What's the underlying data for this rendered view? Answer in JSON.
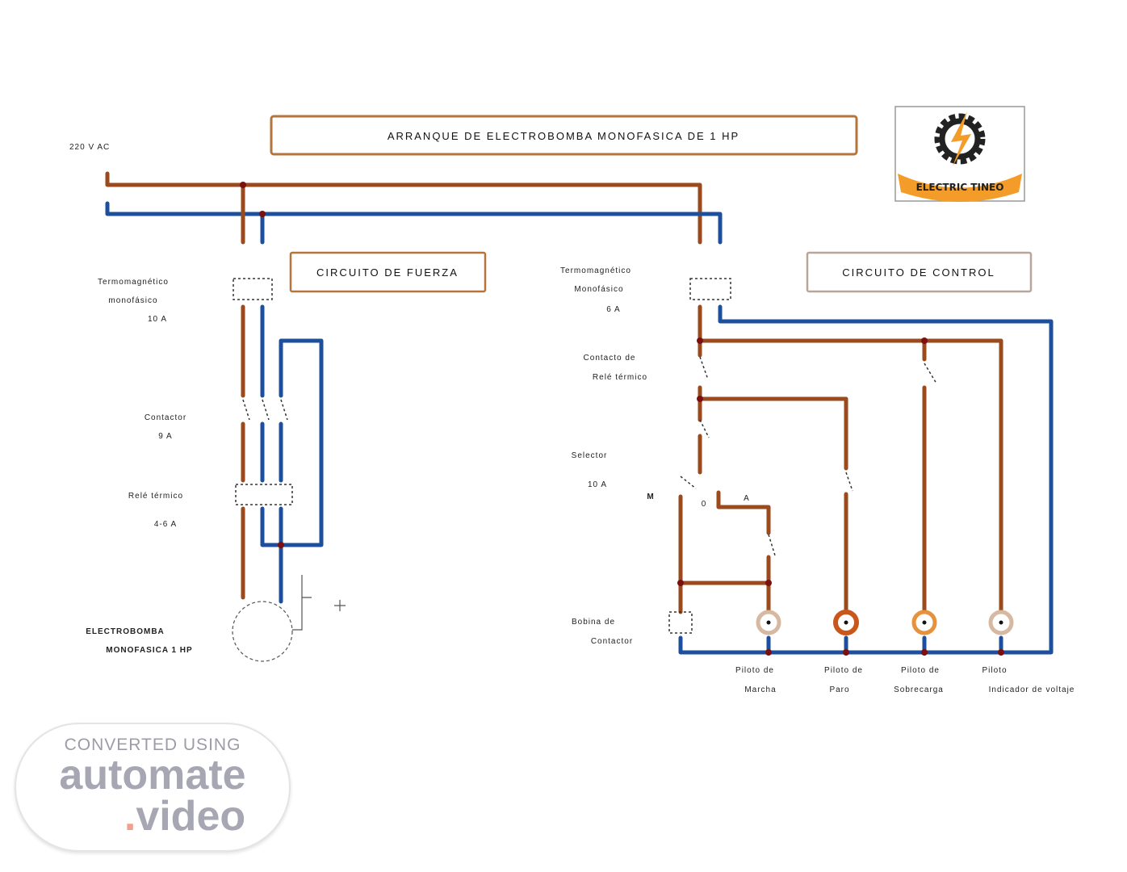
{
  "title": "ARRANQUE DE ELECTROBOMBA MONOFASICA DE 1 HP",
  "supply_label": "220 V AC",
  "logo": {
    "text": "ELECTRIC TINEO"
  },
  "colors": {
    "line": "#9a4a1c",
    "neutral": "#1d4f9c",
    "box_border": "#b5753a",
    "logo_orange": "#f39c2a"
  },
  "power_circuit": {
    "box_title": "CIRCUITO DE FUERZA",
    "breaker": [
      "Termomagnético",
      "monofásico",
      "10 A"
    ],
    "contactor": [
      "Contactor",
      "9 A"
    ],
    "thermal_relay": [
      "Relé térmico",
      "4-6 A"
    ],
    "motor": [
      "ELECTROBOMBA",
      "MONOFASICA 1 HP"
    ]
  },
  "control_circuit": {
    "box_title": "CIRCUITO DE CONTROL",
    "breaker": [
      "Termomagnético",
      "Monofásico",
      "6 A"
    ],
    "relay_contact": [
      "Contacto de",
      "Relé térmico"
    ],
    "selector": [
      "Selector",
      "10 A"
    ],
    "selector_marks": {
      "m": "M",
      "a": "A",
      "o": "0"
    },
    "coil": [
      "Bobina de",
      "Contactor"
    ],
    "pilots": [
      {
        "line1": "Piloto de",
        "line2": "Marcha",
        "color": "#f0dcc8"
      },
      {
        "line1": "Piloto de",
        "line2": "Paro",
        "color": "#c9561a"
      },
      {
        "line1": "Piloto de",
        "line2": "Sobrecarga",
        "color": "#e8913d"
      },
      {
        "line1": "Piloto",
        "line2": "Indicador de voltaje",
        "color": "#f0dcc8"
      }
    ]
  },
  "watermark": {
    "line1": "CONVERTED USING",
    "line2": "automate",
    "line3_dot": ".",
    "line3": "video"
  }
}
